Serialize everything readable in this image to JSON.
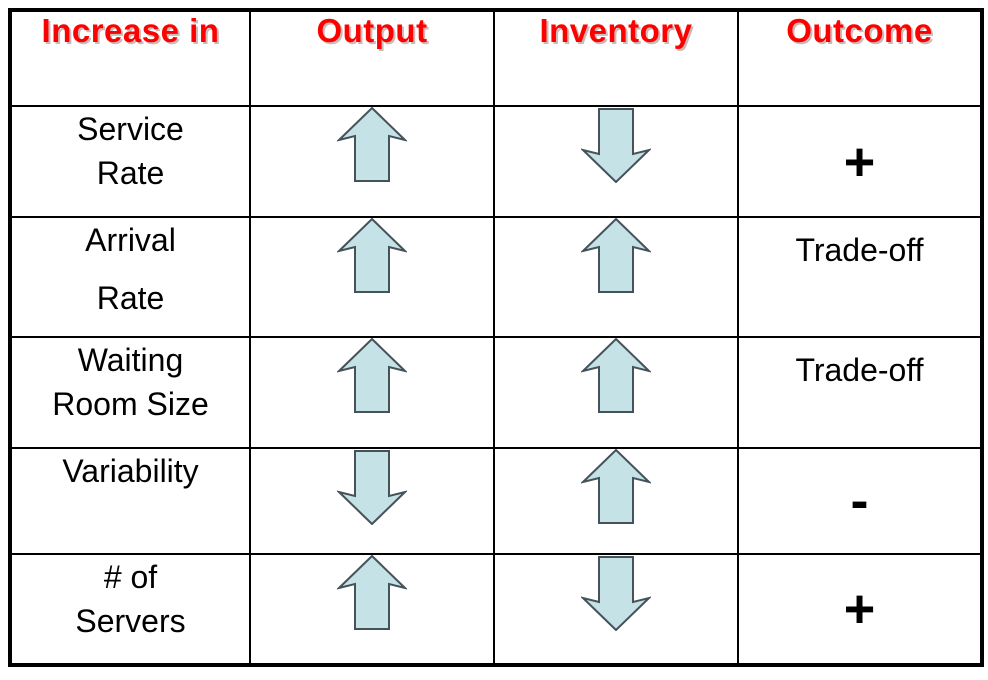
{
  "table": {
    "border_color": "#000000",
    "header_text_color": "#ff0000",
    "body_text_color": "#000000",
    "arrow_fill_color": "#c5e2e6",
    "arrow_outline_color": "#45525a",
    "headers": [
      "Increase in",
      "Output",
      "Inventory",
      "Outcome"
    ],
    "rows": [
      {
        "label_lines": [
          "Service",
          "Rate"
        ],
        "output_icon": "arrow-up",
        "inventory_icon": "arrow-down",
        "outcome": "+"
      },
      {
        "label_lines": [
          "Arrival",
          "Rate"
        ],
        "output_icon": "arrow-up",
        "inventory_icon": "arrow-up",
        "outcome": "Trade-off"
      },
      {
        "label_lines": [
          "Waiting",
          "Room Size"
        ],
        "output_icon": "arrow-up",
        "inventory_icon": "arrow-up",
        "outcome": "Trade-off"
      },
      {
        "label_lines": [
          "Variability"
        ],
        "output_icon": "arrow-down",
        "inventory_icon": "arrow-up",
        "outcome": "-"
      },
      {
        "label_lines": [
          "# of",
          "Servers"
        ],
        "output_icon": "arrow-up",
        "inventory_icon": "arrow-down",
        "outcome": "+"
      }
    ]
  }
}
